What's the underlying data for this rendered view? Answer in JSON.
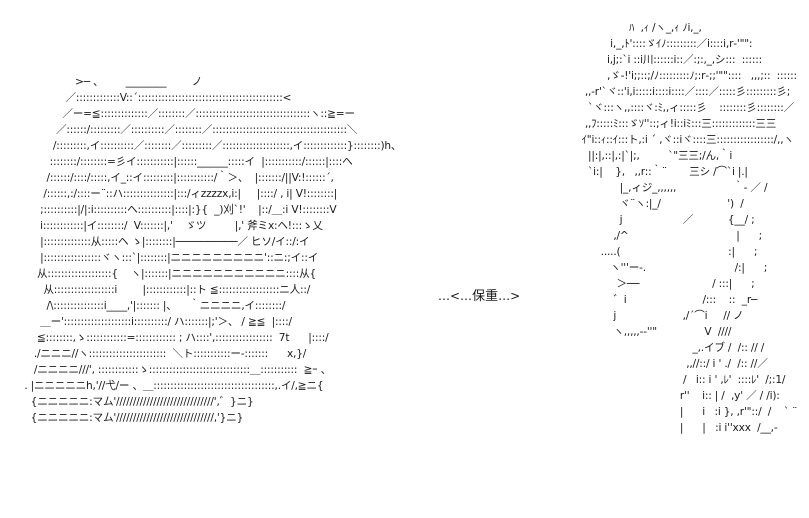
{
  "scene": {
    "background_color": "#ffffff",
    "text_color": "#1a1a1a"
  },
  "speech": {
    "lead": "…<…",
    "word": "保重",
    "tail": "…>"
  },
  "left_figure": {
    "art": "                  >─ 、       ________        ノ\n               ／:::::::::::::V::´:::::::::::::::::::::::::::::::::::::::::::<\n              ／ー=≦::::::::::::::／::::::::／::::::::::::::::::::::::::::::::::ヽ::≧=ー\n            ／::::::/:::::::::／::::::::::／::::::::／::::::::::::::::::::::::::::::::::::::::＼\n           /:::::::::,イ::::::::::／::::::::／:::::::::／::::::::::::::::::::,イ:::::::::::::}::::::::)h、\n          ::::::::/::::::::=彡イ:::::::::::|::::::______:::::イ  |:::::::::::/::::::|::::ヘ\n         /::::::/::::/:::::,イ_::イ:::::::::|:::::::::::/｀＞、  |:::::::/||V:!::::::´,\n        /::::::,:/::::ー¨::ハ:::::::::::::::|:::/ィzzzzx,i:|     |::::/ , i| V!::::::::|\n       ;::::::::::|/|:i::::::::::ヘ::::::::::|::::|:}{  _)刈`!'    |::/＿:i V!::::::::V\n       i::::::::::::|イ::::::::/  V:::::::|,'    ゞツ         |,' 斧ミx:ヘ!:::ゝ乂\n       |::::::::::::::从:::::ヘ ゝ|::::::::|──────────／ ヒソ/イ::/:イ\n       |:::::::::::::::::ヾヽ:::`|::::::::|ニニニニニニニニニ'::ニ:;イ::イ\n      从:::::::::::::::::::{    ヽ|:::::::|ニニニニニニニニニニニ::::从{\n        从::::::::::::::::::i        |::::::::::::|::ト ≦::::::::::::::::::ニ人::/\n         /\\:::::::::::::::i____,'|::::::: |、    ｀ニニニニ,イ::::::::/\n       ＿ー'::::::::::::::::::::i::::::::::/ ハ:::::::|;'＞、 / ≧≦  |::::/\n      ≦::::::::,ゝ::::::::::::=:::::::::::: ; ハ::::',:::::::::::::::::  7t      |::::/\n     ./ニニニ//ヽ:::::::::::::::::::::::  ＼ト:::::::::::ー-:::::::      x,}/\n     /ニニニニ///', ::::::::::::ゝ::::::::::::::::::::::::::::::＿:::::::::::  ≧ｰ 、\n  . |ニニニニニh,'//弋/ー 、＿::::::::::::::::::::::::::::::::::::,.イ/,≧ニ{\n    {ニニニニニ:マム'/////////////////////////////',゛}ニ}\n    {ニニニニニ:マム'/////////////////////////////,'}ニ}"
  },
  "right_figure": {
    "art": "                         ﾊ  ,ｨ /ヽ_,ｨ ﾉi,_,\n                   i,_,ﾄ'::::ゞｲﾉ:::::::::／i::::i,r‐'\"\":\n                  i,j;:`i ::i川::::::i::／:;:,_,シ:::  ::::::\n                  ,ゞ-!'i;;::;/ﾉ:::::::::ﾉ;:r‐;;'\"\"::::   ,,,;::  ::::::\n           ,,-r'`ヾ::'i,i:::::i::::i::::／::::／:::::彡:::::::::彡;\n            `ヾ:::ヽ,,::::ヾ:ﾐ,,ィ:::::彡    ::::::::彡::::::::／\n           ,,ﾌ:::::ﾐ:::ゞｿ''::;ィ!i::iﾐ:::三:::::::::::::三三\n          ｲ\"i::ｨ::ｲ:::ト,:i ´ ,ヾ::iヾ::::三:::::::::::::::::/,,ヽ\n            ||:|,::|,:|`|;,         `\"三三;/ん,｀i\n            `i:|    },   ,,r::｀¨       三シ /⌒`i |.|\n                      |_,ィジ_,,,,,,                  ｀- ／ /\n                      ヾ¨ヽ:|_/                     ')  /\n                      j                   ／           {__/ ;\n                    ,/^                                  |      ;\n                .....(                                  :|      ;\n                   ヽ'''ー-.                            /:|      ;\n                     ＞──                       / :::|      ;\n                    ゛i                        /:::    ::  _r─\n                    j                     ,/´⌒i     // ノ\n                    ヽ,,,,,-‐''\"               V  ////\n                                             _,.イブ /  /:: // /\n                                           ,,//::/ i ' ./  /:: //／\n                                          /   i:: i ' ,ﾚ'  ::::ﾚ'  /;:1/\n                                         r''    i:: | /  ,y' ／ / /i):\n                                         |      i   :i }, ,r'\"::/  /    ` ¨\n                                         |      |   :i i''xxx  /__,-"
  }
}
